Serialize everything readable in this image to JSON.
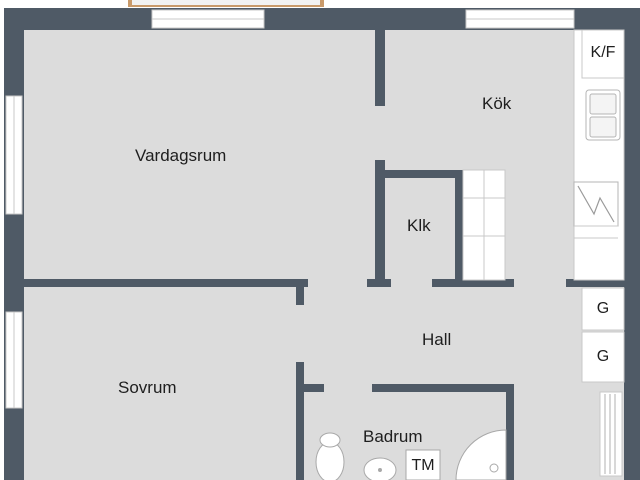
{
  "rooms": {
    "living_room": "Vardagsrum",
    "kitchen": "Kök",
    "closet": "Klk",
    "hall": "Hall",
    "bedroom": "Sovrum",
    "bathroom": "Badrum"
  },
  "fixtures": {
    "fridge_freezer": "K/F",
    "wardrobe_top": "G",
    "wardrobe_bottom": "G",
    "washing_machine": "TM"
  },
  "colors": {
    "wall": "#4f5a66",
    "floor": "#dcdcdc",
    "window_frame": "#ffffff",
    "balcony": "#c99a6a"
  }
}
